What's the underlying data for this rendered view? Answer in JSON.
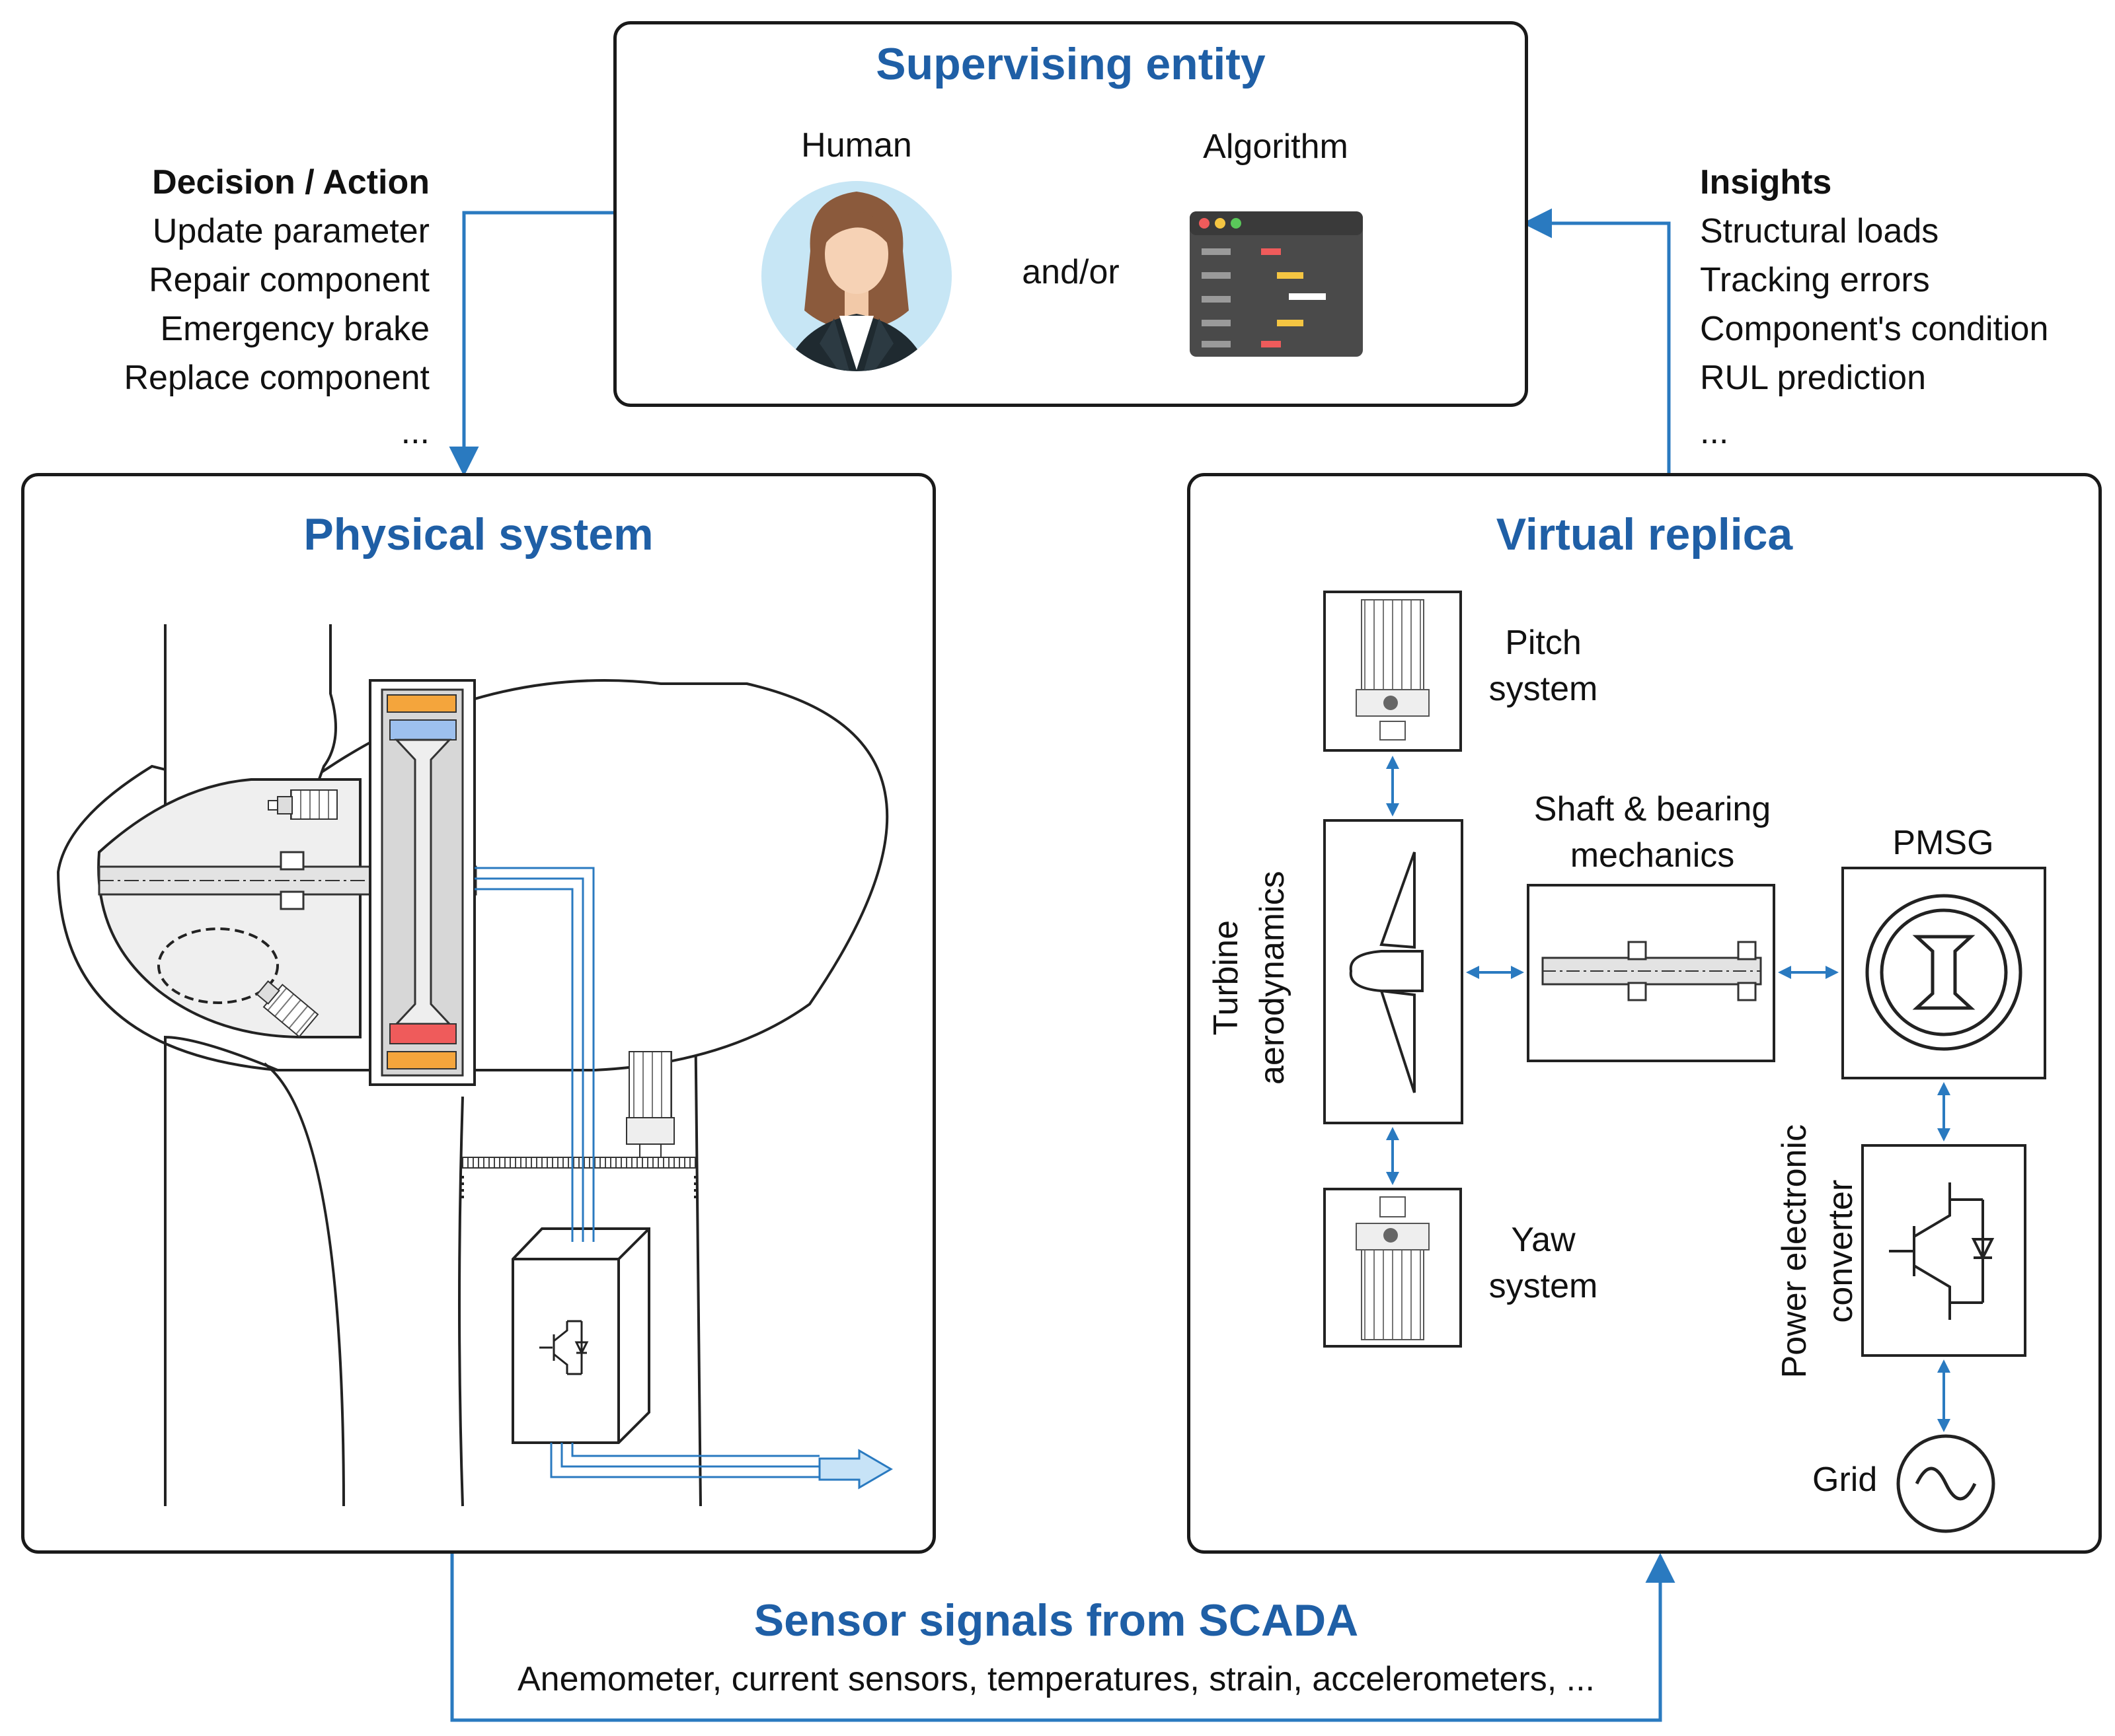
{
  "supervising": {
    "title": "Supervising entity",
    "human": "Human",
    "algorithm": "Algorithm",
    "andor": "and/or"
  },
  "decision": {
    "heading": "Decision / Action",
    "items": [
      "Update parameter",
      "Repair component",
      "Emergency brake",
      "Replace component",
      "..."
    ]
  },
  "insights": {
    "heading": "Insights",
    "items": [
      "Structural loads",
      "Tracking errors",
      "Component's condition",
      "RUL prediction",
      "..."
    ]
  },
  "physical": {
    "title": "Physical system"
  },
  "virtual": {
    "title": "Virtual replica",
    "pitch": [
      "Pitch",
      "system"
    ],
    "yaw": [
      "Yaw",
      "system"
    ],
    "shaft": [
      "Shaft & bearing",
      "mechanics"
    ],
    "pmsg": "PMSG",
    "aero": [
      "Turbine",
      "aerodynamics"
    ],
    "converter": [
      "Power electronic",
      "converter"
    ],
    "grid": "Grid"
  },
  "sensors": {
    "title": "Sensor signals from SCADA",
    "subtitle": "Anemometer, current sensors, temperatures, strain, accelerometers, ..."
  },
  "colors": {
    "accent": "#1f5fa6",
    "arrow": "#2a7ac0",
    "orange": "#f4a53c",
    "red": "#ef5b5b",
    "blue_pad": "#9dc0ee",
    "avatar_bg": "#c7e6f5",
    "code_bg": "#4a4a4a"
  }
}
